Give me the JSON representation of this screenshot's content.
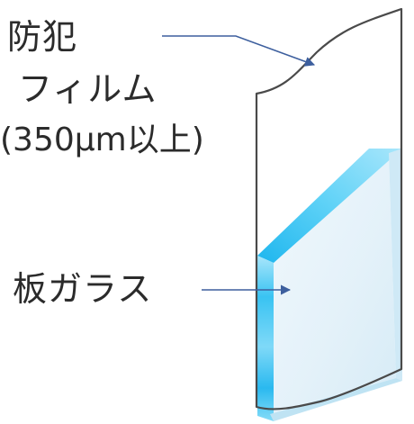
{
  "labels": {
    "film_name": "防犯",
    "film_name_line2": "フィルム",
    "film_spec": "(350μm以上)",
    "glass": "板ガラス"
  },
  "colors": {
    "text": "#2b2b2b",
    "arrow": "#3d5f9e",
    "film_outline": "#4a4a4a",
    "glass_edge": "#3fc4f0",
    "glass_face": "#e4f2fa"
  }
}
